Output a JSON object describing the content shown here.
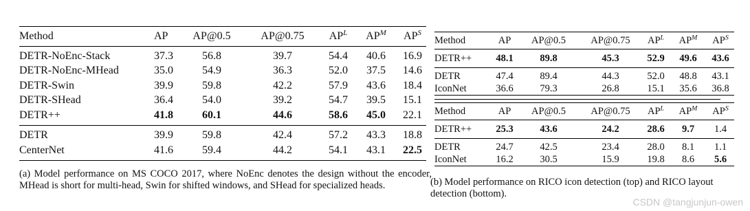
{
  "tables": {
    "left": {
      "headers": [
        "Method",
        "AP",
        "AP@0.5",
        "AP@0.75",
        "AP",
        "AP",
        "AP"
      ],
      "header_sup": [
        "",
        "",
        "",
        "",
        "L",
        "M",
        "S"
      ],
      "group1": [
        [
          "DETR-NoEnc-Stack",
          "37.3",
          "56.8",
          "39.7",
          "54.4",
          "40.6",
          "16.9"
        ],
        [
          "DETR-NoEnc-MHead",
          "35.0",
          "54.9",
          "36.3",
          "52.0",
          "37.5",
          "14.6"
        ],
        [
          "DETR-Swin",
          "39.9",
          "59.8",
          "42.2",
          "57.9",
          "43.6",
          "18.4"
        ],
        [
          "DETR-SHead",
          "36.4",
          "54.0",
          "39.2",
          "54.7",
          "39.5",
          "15.1"
        ],
        [
          "DETR++",
          "41.8",
          "60.1",
          "44.6",
          "58.6",
          "45.0",
          "22.1"
        ]
      ],
      "group2": [
        [
          "DETR",
          "39.9",
          "59.8",
          "42.4",
          "57.2",
          "43.3",
          "18.8"
        ],
        [
          "CenterNet",
          "41.6",
          "59.4",
          "44.2",
          "54.1",
          "43.1",
          "22.5"
        ]
      ]
    },
    "right_top": {
      "headers": [
        "Method",
        "AP",
        "AP@0.5",
        "AP@0.75",
        "AP",
        "AP",
        "AP"
      ],
      "header_sup": [
        "",
        "",
        "",
        "",
        "L",
        "M",
        "S"
      ],
      "group1": [
        [
          "DETR++",
          "48.1",
          "89.8",
          "45.3",
          "52.9",
          "49.6",
          "43.6"
        ]
      ],
      "group2": [
        [
          "DETR",
          "47.4",
          "89.4",
          "44.3",
          "52.0",
          "48.8",
          "43.1"
        ],
        [
          "IconNet",
          "36.6",
          "79.3",
          "26.8",
          "15.1",
          "35.6",
          "36.8"
        ]
      ]
    },
    "right_bottom": {
      "headers": [
        "Method",
        "AP",
        "AP@0.5",
        "AP@0.75",
        "AP",
        "AP",
        "AP"
      ],
      "header_sup": [
        "",
        "",
        "",
        "",
        "L",
        "M",
        "S"
      ],
      "group1": [
        [
          "DETR++",
          "25.3",
          "43.6",
          "24.2",
          "28.6",
          "9.7",
          "1.4"
        ]
      ],
      "group2": [
        [
          "DETR",
          "24.7",
          "42.5",
          "23.4",
          "28.0",
          "8.1",
          "1.1"
        ],
        [
          "IconNet",
          "16.2",
          "30.5",
          "15.9",
          "19.8",
          "8.6",
          "5.6"
        ]
      ]
    }
  },
  "captions": {
    "left": "(a) Model performance on MS COCO 2017, where NoEnc denotes the design without the encoder, MHead is short for multi-head, Swin for shifted windows, and SHead for specialized heads.",
    "right": "(b) Model performance on RICO icon detection (top) and RICO layout detection (bottom)."
  },
  "watermark": "CSDN @tangjunjun-owen"
}
